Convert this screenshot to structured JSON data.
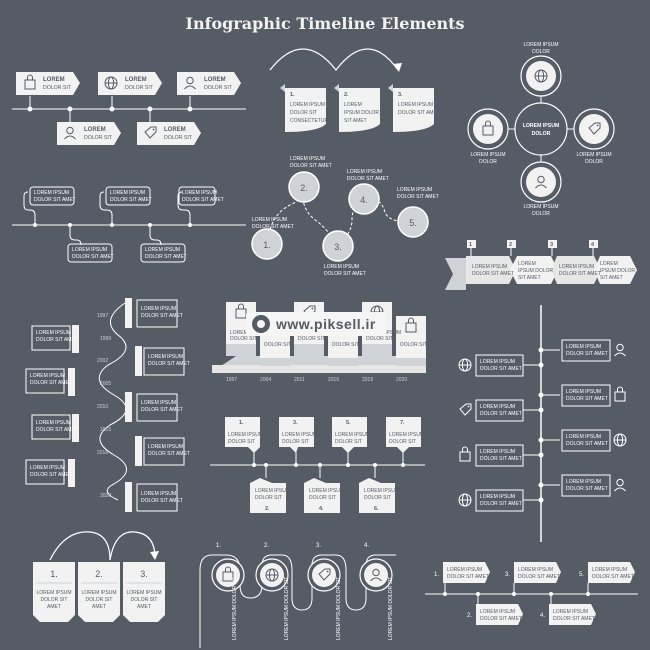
{
  "title": "Infographic Timeline Elements",
  "watermark": "www.piksell.ir",
  "lorem": {
    "l1": "LOREM",
    "l2": "DOLOR SIT",
    "a1": "LOREM IPSUM",
    "a2": "DOLOR SIT AMET",
    "b2": "DOLOR",
    "c2": "DOLOR SIT",
    "d2": "CONSECTETUR",
    "e1": "LOREM",
    "e2": "IPSUM DOLOR",
    "e3": "SIT AMET",
    "f2": "DOLOR SIT",
    "f3": "AMET",
    "sidebar": "LOREM IPSUM DOLOR SIT"
  },
  "numbers": [
    "1.",
    "2.",
    "3.",
    "4.",
    "5.",
    "6.",
    "7."
  ],
  "plain_numbers": [
    "1",
    "2",
    "3",
    "4"
  ],
  "years": [
    "1997",
    "1999",
    "2002",
    "2005",
    "2010",
    "2015",
    "2018",
    "2020"
  ],
  "bar_years": [
    "1997",
    "2004",
    "2011",
    "2016",
    "2019",
    "2020"
  ],
  "icons": [
    "tag-icon",
    "globe-icon",
    "user-icon",
    "shopping-bag-icon"
  ],
  "colors": {
    "background": "#555c66",
    "foreground": "#ffffff",
    "card": "#f2f2f2",
    "accent": "#cfd2d6"
  }
}
